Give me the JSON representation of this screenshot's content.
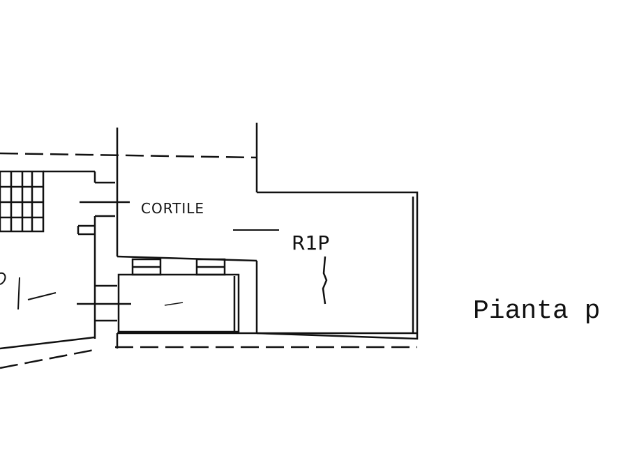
{
  "labels": {
    "courtyard": "CORTILE",
    "room": "R1P",
    "caption": "Pianta p"
  },
  "colors": {
    "ink": "#111111",
    "paper": "#ffffff"
  }
}
